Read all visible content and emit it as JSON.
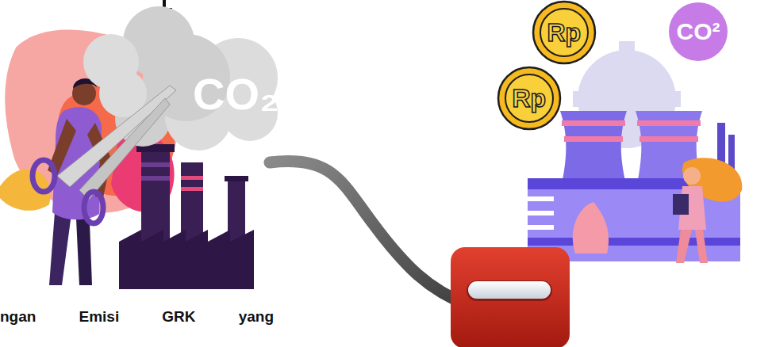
{
  "diagram": {
    "nodes": [
      {
        "text": [
          "CO₂"
        ]
      },
      {
        "text": [
          "Rp"
        ]
      },
      {
        "text": [
          "Rp"
        ]
      },
      {
        "text": [
          "CO²"
        ]
      }
    ],
    "labels": [
      "ngan Emisi GRK yang"
    ]
  }
}
